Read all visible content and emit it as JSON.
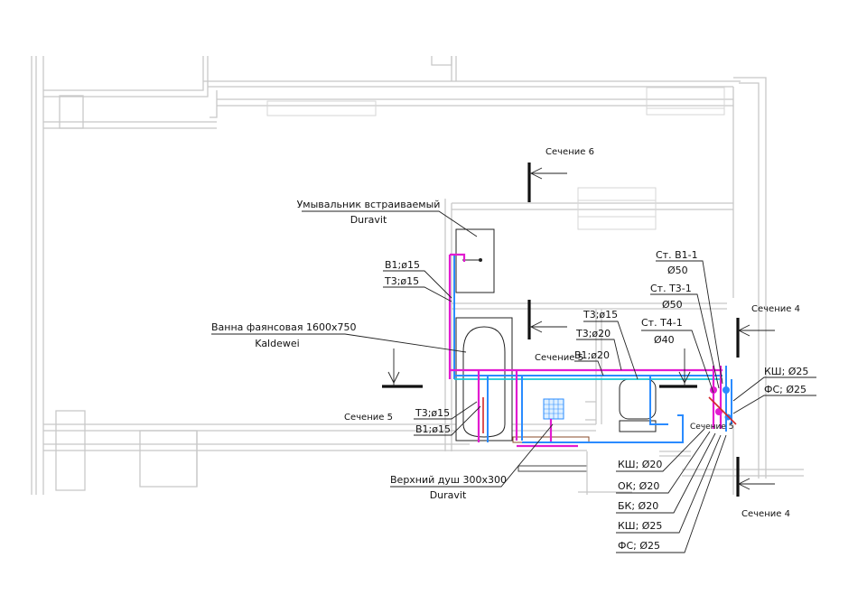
{
  "labels": {
    "washbasin_title": "Умывальник встраиваемый",
    "washbasin_brand": "Duravit",
    "b1_15_top": "В1;ø15",
    "t3_15_top": "Т3;ø15",
    "bath_title": "Ванна фаянсовая 1600х750",
    "bath_brand": "Kaldewei",
    "section6": "Сечение 6",
    "section5": "Сечение 5",
    "section4_top": "Сечение 4",
    "section4_bottom": "Сечение 4",
    "section_small": "Сечение 5",
    "section_mid": "Сечение 5",
    "t3_15_mid": "Т3;ø15",
    "t3_20_mid": "Т3;ø20",
    "b1_20_mid": "В1;ø20",
    "t3_15_low": "Т3;ø15",
    "b1_15_low": "В1;ø15",
    "riser_b1": "Ст. В1-1",
    "riser_b1_d": "Ø50",
    "riser_t3": "Ст. Т3-1",
    "riser_t3_d": "Ø50",
    "riser_t4": "Ст. Т4-1",
    "riser_t4_d": "Ø40",
    "ksh_25_right": "КШ; Ø25",
    "fs_25_right": "ФС; Ø25",
    "shower_title": "Верхний душ 300х300",
    "shower_brand": "Duravit",
    "list_ksh20": "КШ; Ø20",
    "list_ok20": "ОК; Ø20",
    "list_bk20": "БК; Ø20",
    "list_ksh25": "КШ; Ø25",
    "list_fs25": "ФС; Ø25"
  },
  "colors": {
    "wall": "#c8c8c8",
    "pipe_hot": "#e21bd0",
    "pipe_cold": "#2a8bff",
    "pipe_circ": "#18c7d4",
    "pipe_red": "#d3282a",
    "line": "#222222"
  }
}
